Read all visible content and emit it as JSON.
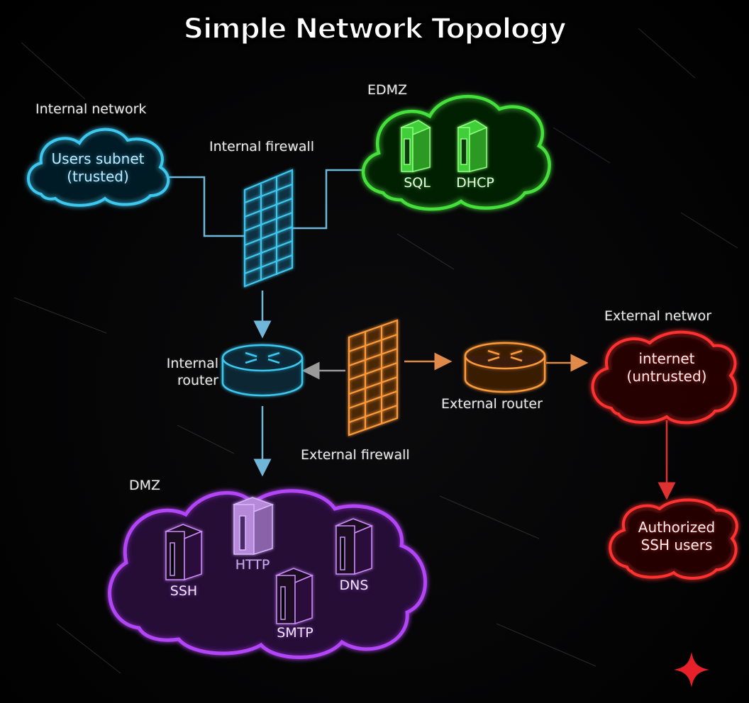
{
  "title": "Simple Network Topology",
  "zones": {
    "internal": {
      "heading": "Internal network",
      "cloud_line1": "Users subnet",
      "cloud_line2": "(trusted)",
      "color": "#3ec8f0"
    },
    "edmz": {
      "heading": "EDMZ",
      "servers": [
        "SQL",
        "DHCP"
      ],
      "color": "#45e03a"
    },
    "dmz": {
      "heading": "DMZ",
      "servers": [
        "SSH",
        "HTTP",
        "SMTP",
        "DNS"
      ],
      "color": "#b245f5"
    },
    "external": {
      "heading": "External networ",
      "cloud_line1": "internet",
      "cloud_line2": "(untrusted)",
      "ssh_line1": "Authorized",
      "ssh_line2": "SSH users",
      "color": "#ff3030"
    }
  },
  "devices": {
    "internal_firewall": {
      "label": "Internal firewall",
      "color": "#3ec8f0"
    },
    "internal_router": {
      "label_line1": "Internal",
      "label_line2": "router",
      "color": "#3ec8f0"
    },
    "external_firewall": {
      "label": "External firewall",
      "color": "#ff9a3a"
    },
    "external_router": {
      "label": "External router",
      "color": "#ff9a3a"
    }
  }
}
